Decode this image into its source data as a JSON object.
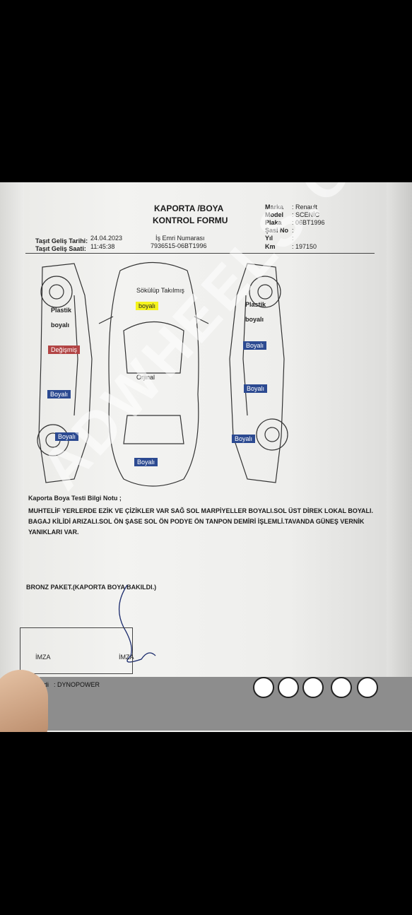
{
  "form": {
    "title_line1": "KAPORTA /BOYA",
    "title_line2": "KONTROL FORMU",
    "arrival_date_label": "Taşıt Geliş Tarihi:",
    "arrival_date": "24.04.2023",
    "arrival_time_label": "Taşıt Geliş Saati:",
    "arrival_time": "11:45:38",
    "work_order_label": "İş Emri Numarası",
    "work_order": "7936515-06BT1996"
  },
  "vehicle": {
    "marka_label": "Marka",
    "marka": ": Renault",
    "model_label": "Model",
    "model": ": SCENİC",
    "plaka_label": "Plaka",
    "plaka": ": 06BT1996",
    "sasi_label": "Şasi No",
    "sasi": ":",
    "yil_label": "Yıl",
    "yil": ":",
    "km_label": "Km",
    "km": ": 197150"
  },
  "diagram_labels": {
    "roof": "Sökülüp Takılmış",
    "hood": "boyalı",
    "center": "Orjinal",
    "left_plastik": "Plastik",
    "left_plastik2": "boyalı",
    "left_degismis": "Değişmiş",
    "left_boyali1": "Boyalı",
    "left_boyali2": "Boyalı",
    "trunk": "Boyalı",
    "right_plastik": "Plastik",
    "right_plastik2": "boyalı",
    "right_boyali1": "Boyalı",
    "right_boyali2": "Boyalı",
    "right_boyali3": "Boyalı"
  },
  "notes": {
    "heading": "Kaporta  Boya  Testi  Bilgi Notu ;",
    "body": "MUHTELİF YERLERDE EZİK VE ÇİZİKLER VAR SAĞ SOL MARPİYELLER BOYALI.SOL ÜST DİREK LOKAL BOYALI. BAGAJ KİLİDİ ARIZALI.SOL ÖN ŞASE SOL ÖN PODYE ÖN TANPON DEMİRİ İŞLEMLİ.TAVANDA GÜNEŞ VERNİK YANIKLARI VAR.",
    "package": "BRONZ PAKET.(KAPORTA BOYA BAKILDI.)"
  },
  "signature": {
    "label1": "İMZA",
    "label2": "İMZA"
  },
  "footer": {
    "company_prefix": "di",
    "company": ": DYNOPOWER"
  },
  "watermark": "ADWHEELS.COM"
}
